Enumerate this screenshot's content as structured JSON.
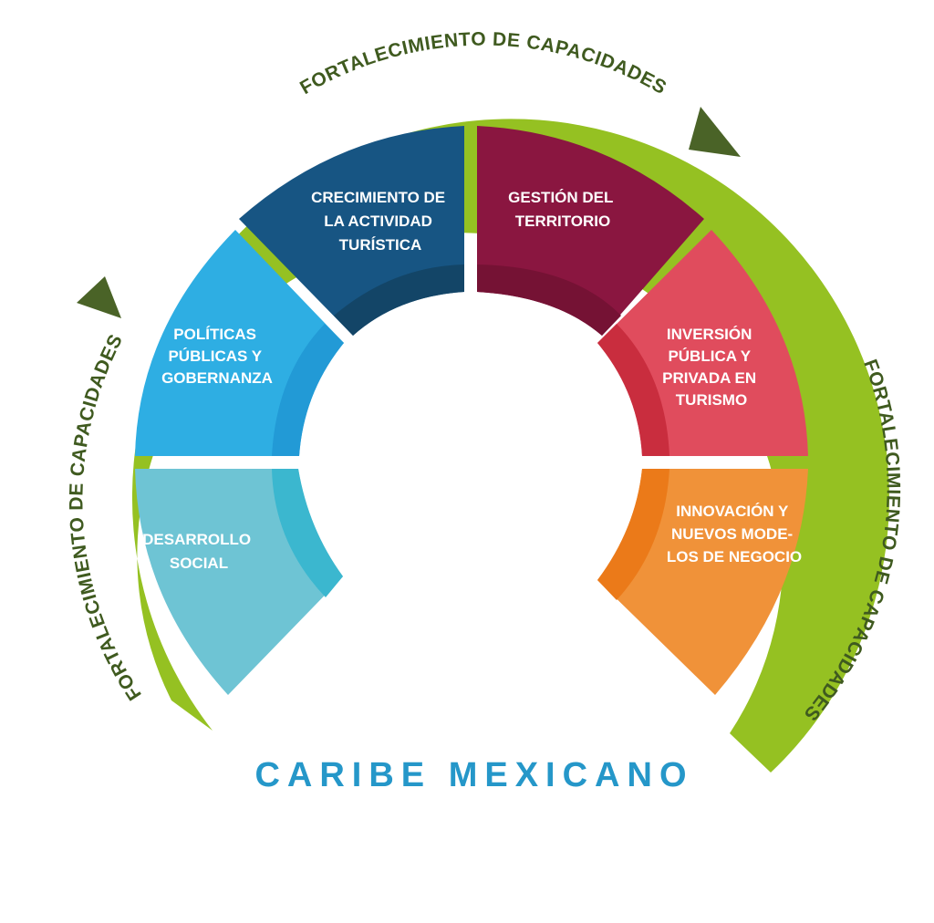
{
  "ring": {
    "label_top": "FORTALECIMIENTO DE CAPACIDADES",
    "label_left": "FORTALECIMIENTO DE CAPACIDADES",
    "label_right": "FORTALECIMIENTO DE CAPACIDADES",
    "color": "#95c122",
    "text_color": "#3f5a1f",
    "arrow_color": "#4a6327"
  },
  "segments": [
    {
      "id": "desarrollo-social",
      "lines": [
        "DESARROLLO",
        "SOCIAL"
      ],
      "color": "#6ec4d4",
      "inner_color": "#3bb7cf"
    },
    {
      "id": "politicas-publicas",
      "lines": [
        "POLÍTICAS",
        "PÚBLICAS Y",
        "GOBERNANZA"
      ],
      "color": "#2eaee3",
      "inner_color": "#229ad6"
    },
    {
      "id": "crecimiento-actividad",
      "lines": [
        "CRECIMIENTO DE",
        "LA ACTIVIDAD",
        "TURÍSTICA"
      ],
      "color": "#175583",
      "inner_color": "#134567"
    },
    {
      "id": "gestion-territorio",
      "lines": [
        "GESTIÓN DEL",
        "TERRITORIO"
      ],
      "color": "#8a1640",
      "inner_color": "#751234"
    },
    {
      "id": "inversion-publica",
      "lines": [
        "INVERSIÓN",
        "PÚBLICA Y",
        "PRIVADA EN",
        "TURISMO"
      ],
      "color": "#e04c5d",
      "inner_color": "#c92d3e"
    },
    {
      "id": "innovacion",
      "lines": [
        "INNOVACIÓN Y",
        "NUEVOS MODE-",
        "LOS DE NEGOCIO"
      ],
      "color": "#f09239",
      "inner_color": "#eb7a19"
    }
  ],
  "brand": {
    "text": "CARIBE MEXICANO",
    "color": "#2597c9"
  }
}
